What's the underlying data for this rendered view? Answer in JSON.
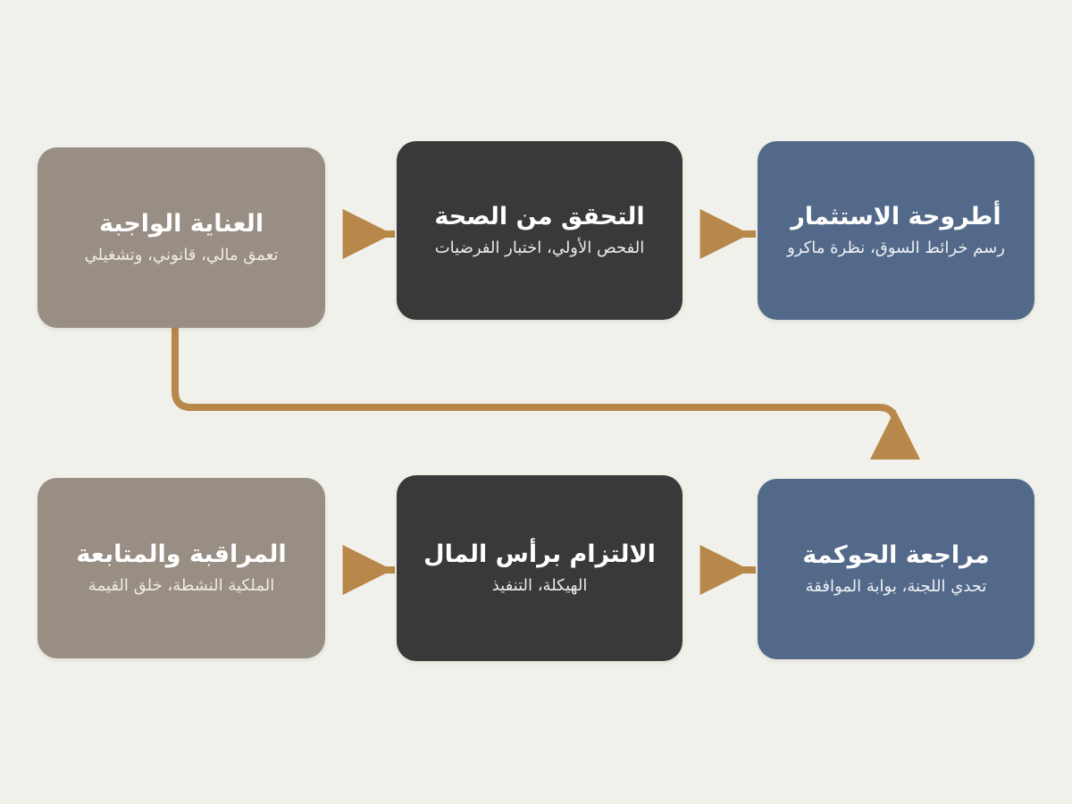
{
  "diagram": {
    "title": "أطروحة الاستثمار",
    "direction": "rtl",
    "background_color": "#f1f1eb",
    "connector_color": "#b8874a",
    "palette": {
      "taupe": "#998e84",
      "dark": "#373a39",
      "blue": "#53698a"
    }
  },
  "nodes": [
    {
      "id": "thesis",
      "title": "أطروحة الاستثمار",
      "subtitle": "رسم خرائط السوق، نظرة ماكرو",
      "color": "#53698a",
      "style": "blue",
      "row": 1,
      "order": 1
    },
    {
      "id": "validation",
      "title": "التحقق من الصحة",
      "subtitle": "الفحص الأولي، اختبار الفرضيات",
      "color": "#373a39",
      "style": "dark",
      "row": 1,
      "order": 2
    },
    {
      "id": "diligence",
      "title": "العناية الواجبة",
      "subtitle": "تعمق مالي، قانوني، وتشغيلي",
      "color": "#998e84",
      "style": "taupe",
      "row": 1,
      "order": 3
    },
    {
      "id": "governance",
      "title": "مراجعة الحوكمة",
      "subtitle": "تحدي اللجنة، بوابة الموافقة",
      "color": "#53698a",
      "style": "blue",
      "row": 2,
      "order": 4
    },
    {
      "id": "commitment",
      "title": "الالتزام برأس المال",
      "subtitle": "الهيكلة، التنفيذ",
      "color": "#373a39",
      "style": "dark",
      "row": 2,
      "order": 5
    },
    {
      "id": "monitoring",
      "title": "المراقبة والمتابعة",
      "subtitle": "الملكية النشطة، خلق القيمة",
      "color": "#998e84",
      "style": "taupe",
      "row": 2,
      "order": 6
    }
  ],
  "connectors": [
    {
      "id": "thesis-to-validation",
      "from": "thesis",
      "to": "validation",
      "type": "straight-left"
    },
    {
      "id": "validation-to-diligence",
      "from": "validation",
      "to": "diligence",
      "type": "straight-left"
    },
    {
      "id": "diligence-to-governance",
      "from": "diligence",
      "to": "governance",
      "type": "elbow-down"
    },
    {
      "id": "governance-to-commitment",
      "from": "governance",
      "to": "commitment",
      "type": "straight-left"
    },
    {
      "id": "commitment-to-monitoring",
      "from": "commitment",
      "to": "monitoring",
      "type": "straight-left"
    }
  ]
}
